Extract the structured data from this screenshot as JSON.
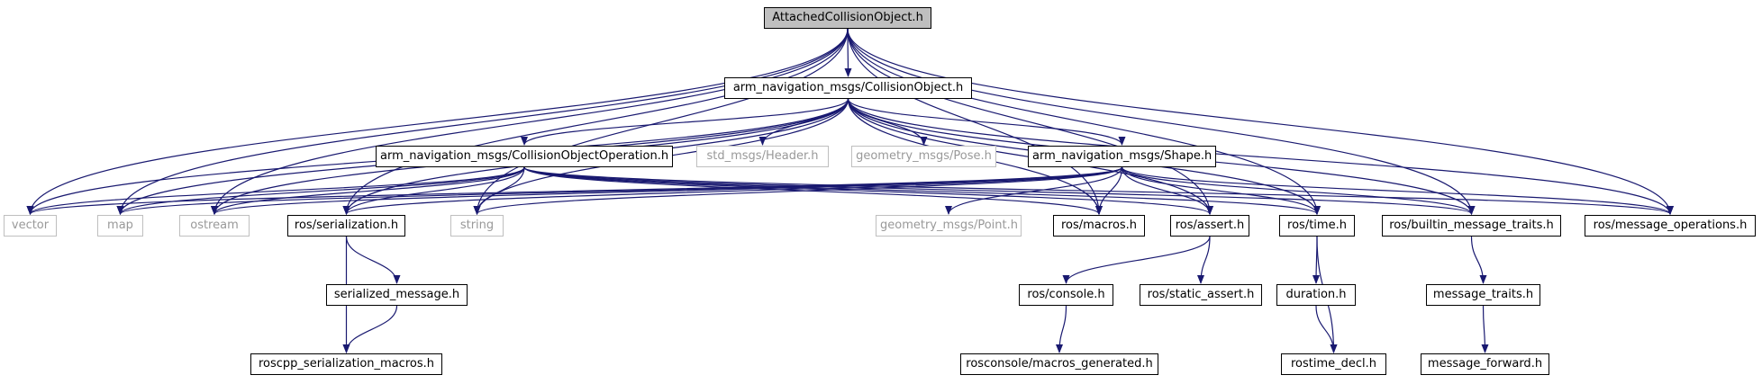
{
  "colors": {
    "edge": "#191970",
    "root_fill": "#bfbfbf",
    "external_border": "#bfbfbf",
    "external_text": "#999999"
  },
  "nodes": [
    {
      "id": "root",
      "label": "AttachedCollisionObject.h",
      "kind": "root"
    },
    {
      "id": "collobj",
      "label": "arm_navigation_msgs/CollisionObject.h",
      "kind": "doc"
    },
    {
      "id": "collop",
      "label": "arm_navigation_msgs/CollisionObjectOperation.h",
      "kind": "doc"
    },
    {
      "id": "header",
      "label": "std_msgs/Header.h",
      "kind": "external"
    },
    {
      "id": "pose",
      "label": "geometry_msgs/Pose.h",
      "kind": "external"
    },
    {
      "id": "shape",
      "label": "arm_navigation_msgs/Shape.h",
      "kind": "doc"
    },
    {
      "id": "vector",
      "label": "vector",
      "kind": "external"
    },
    {
      "id": "map",
      "label": "map",
      "kind": "external"
    },
    {
      "id": "ostream",
      "label": "ostream",
      "kind": "external"
    },
    {
      "id": "serial",
      "label": "ros/serialization.h",
      "kind": "doc"
    },
    {
      "id": "string",
      "label": "string",
      "kind": "external"
    },
    {
      "id": "point",
      "label": "geometry_msgs/Point.h",
      "kind": "external"
    },
    {
      "id": "macros",
      "label": "ros/macros.h",
      "kind": "doc"
    },
    {
      "id": "assert",
      "label": "ros/assert.h",
      "kind": "doc"
    },
    {
      "id": "time",
      "label": "ros/time.h",
      "kind": "doc"
    },
    {
      "id": "builtin",
      "label": "ros/builtin_message_traits.h",
      "kind": "doc"
    },
    {
      "id": "msgops",
      "label": "ros/message_operations.h",
      "kind": "doc"
    },
    {
      "id": "sermsg",
      "label": "serialized_message.h",
      "kind": "doc"
    },
    {
      "id": "console",
      "label": "ros/console.h",
      "kind": "doc"
    },
    {
      "id": "static",
      "label": "ros/static_assert.h",
      "kind": "doc"
    },
    {
      "id": "duration",
      "label": "duration.h",
      "kind": "doc"
    },
    {
      "id": "traits",
      "label": "message_traits.h",
      "kind": "doc"
    },
    {
      "id": "sermacros",
      "label": "roscpp_serialization_macros.h",
      "kind": "doc"
    },
    {
      "id": "rosconsole",
      "label": "rosconsole/macros_generated.h",
      "kind": "doc"
    },
    {
      "id": "rostime",
      "label": "rostime_decl.h",
      "kind": "doc"
    },
    {
      "id": "forward",
      "label": "message_forward.h",
      "kind": "doc"
    }
  ],
  "edges": [
    [
      "root",
      "collobj"
    ],
    [
      "root",
      "vector"
    ],
    [
      "root",
      "map"
    ],
    [
      "root",
      "ostream"
    ],
    [
      "root",
      "serial"
    ],
    [
      "root",
      "string"
    ],
    [
      "root",
      "macros"
    ],
    [
      "root",
      "assert"
    ],
    [
      "root",
      "time"
    ],
    [
      "root",
      "builtin"
    ],
    [
      "root",
      "msgops"
    ],
    [
      "collobj",
      "collop"
    ],
    [
      "collobj",
      "header"
    ],
    [
      "collobj",
      "pose"
    ],
    [
      "collobj",
      "shape"
    ],
    [
      "collobj",
      "vector"
    ],
    [
      "collobj",
      "map"
    ],
    [
      "collobj",
      "ostream"
    ],
    [
      "collobj",
      "serial"
    ],
    [
      "collobj",
      "string"
    ],
    [
      "collobj",
      "macros"
    ],
    [
      "collobj",
      "assert"
    ],
    [
      "collobj",
      "time"
    ],
    [
      "collobj",
      "builtin"
    ],
    [
      "collobj",
      "msgops"
    ],
    [
      "collop",
      "vector"
    ],
    [
      "collop",
      "map"
    ],
    [
      "collop",
      "ostream"
    ],
    [
      "collop",
      "serial"
    ],
    [
      "collop",
      "string"
    ],
    [
      "collop",
      "macros"
    ],
    [
      "collop",
      "assert"
    ],
    [
      "collop",
      "time"
    ],
    [
      "collop",
      "builtin"
    ],
    [
      "collop",
      "msgops"
    ],
    [
      "shape",
      "vector"
    ],
    [
      "shape",
      "map"
    ],
    [
      "shape",
      "ostream"
    ],
    [
      "shape",
      "serial"
    ],
    [
      "shape",
      "string"
    ],
    [
      "shape",
      "point"
    ],
    [
      "shape",
      "macros"
    ],
    [
      "shape",
      "assert"
    ],
    [
      "shape",
      "time"
    ],
    [
      "shape",
      "builtin"
    ],
    [
      "shape",
      "msgops"
    ],
    [
      "serial",
      "sermsg"
    ],
    [
      "serial",
      "sermacros"
    ],
    [
      "sermsg",
      "sermacros"
    ],
    [
      "assert",
      "console"
    ],
    [
      "assert",
      "static"
    ],
    [
      "console",
      "rosconsole"
    ],
    [
      "time",
      "duration"
    ],
    [
      "time",
      "rostime"
    ],
    [
      "duration",
      "rostime"
    ],
    [
      "builtin",
      "traits"
    ],
    [
      "traits",
      "forward"
    ]
  ]
}
